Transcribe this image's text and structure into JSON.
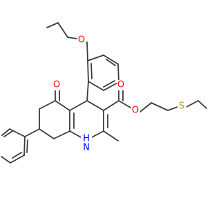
{
  "molecule": {
    "atom_labels": {
      "o_propoxy": "O",
      "o_ketone": "O",
      "o_ester_carbonyl": "O",
      "o_ester": "O",
      "s_thioether": "S",
      "nh": "NH",
      "nh_h": "H"
    },
    "colors": {
      "bond": "#3a3a3a",
      "oxygen": "#ff0000",
      "sulfur": "#c8a000",
      "nitrogen": "#0000ff"
    }
  }
}
